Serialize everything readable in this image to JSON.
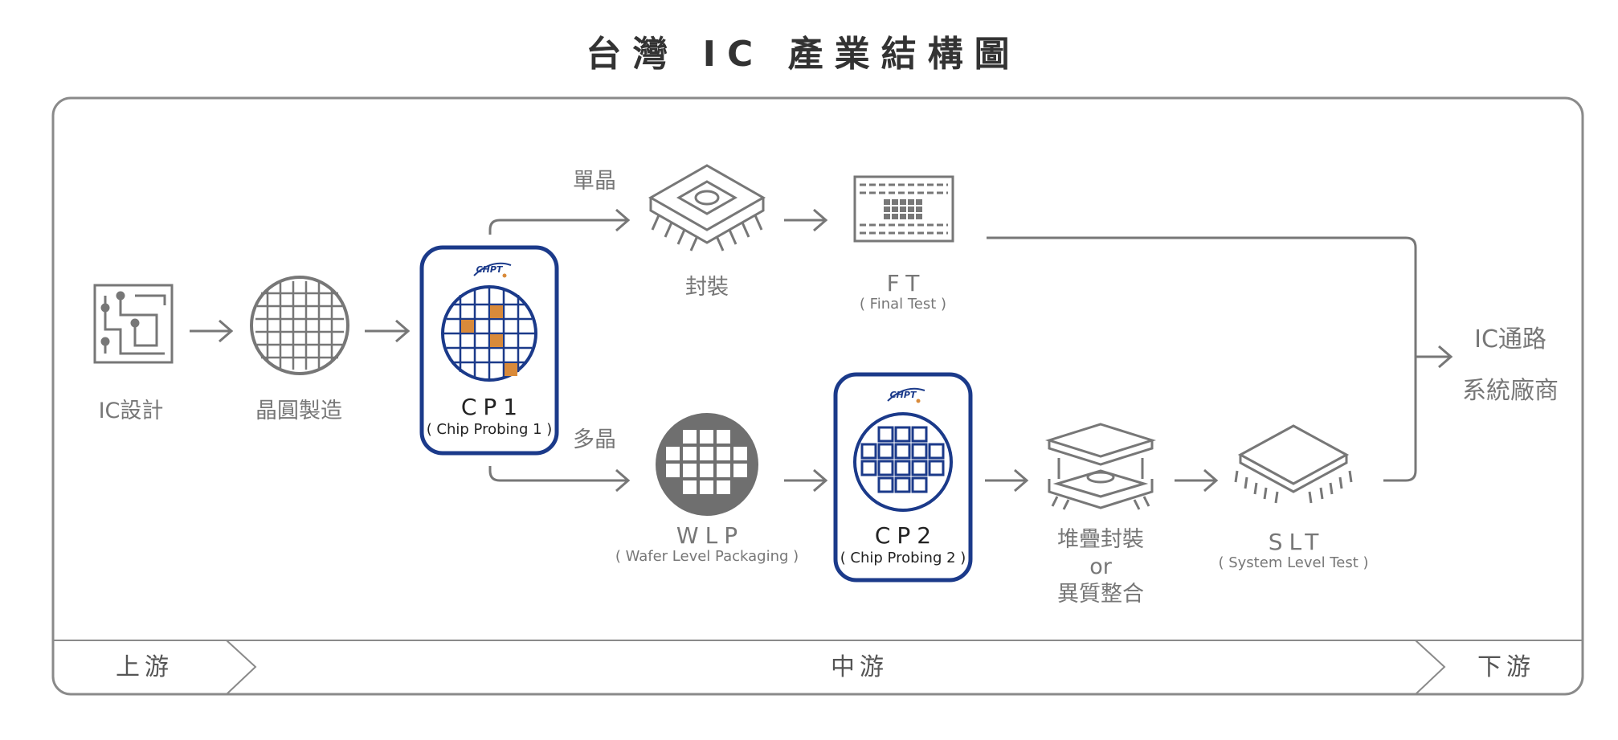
{
  "title": "台灣 IC 產業結構圖",
  "nodes": {
    "ic_design": "IC設計",
    "wafer_fab": "晶圓製造",
    "cp1": {
      "abbr": "CP1",
      "full": "( Chip Probing 1 )"
    },
    "single_die": "單晶",
    "multi_die": "多晶",
    "packaging": "封裝",
    "ft": {
      "abbr": "FT",
      "full": "( Final Test )"
    },
    "wlp": {
      "abbr": "WLP",
      "full": "( Wafer Level Packaging )"
    },
    "cp2": {
      "abbr": "CP2",
      "full": "( Chip Probing 2 )"
    },
    "stacked": {
      "line1": "堆疊封裝",
      "line2": "or",
      "line3": "異質整合"
    },
    "slt": {
      "abbr": "SLT",
      "full": "( System Level Test )"
    },
    "ic_channel": "IC通路",
    "system_vendor": "系統廠商"
  },
  "stages": {
    "upstream": "上游",
    "midstream": "中游",
    "downstream": "下游"
  },
  "logo_text": "CHPT",
  "colors": {
    "grey": "#777777",
    "navy": "#1b3a8a",
    "orange": "#d98a3a"
  },
  "icons": [
    "circuit-icon",
    "wafer-icon",
    "chip-package-icon",
    "test-socket-icon",
    "wlp-wafer-icon",
    "stacked-package-icon",
    "slt-chip-icon",
    "arrow-icon"
  ]
}
